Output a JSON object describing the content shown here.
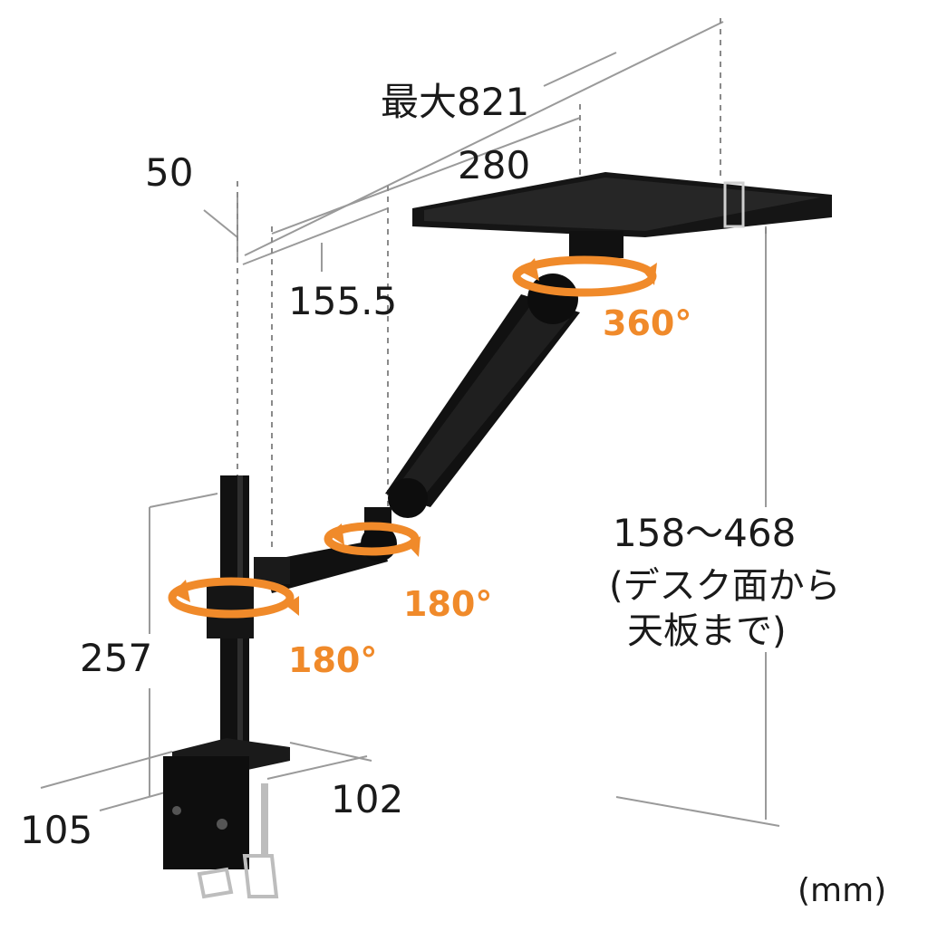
{
  "dimensions": {
    "max_reach": "最大821",
    "depth_top": "280",
    "offset": "50",
    "arm_length": "155.5",
    "height_range": "158〜468",
    "height_note_line1": "(デスク面から",
    "height_note_line2": "天板まで)",
    "pole_height": "257",
    "clamp_depth": "105",
    "clamp_width": "102"
  },
  "rotations": {
    "tray": "360°",
    "mid_joint": "180°",
    "pole_joint": "180°"
  },
  "unit": "(mm)",
  "colors": {
    "arm": "#0d0d0d",
    "accent": "#f08a2a",
    "dim_line": "#9a9a9a",
    "text": "#1a1a1a"
  }
}
